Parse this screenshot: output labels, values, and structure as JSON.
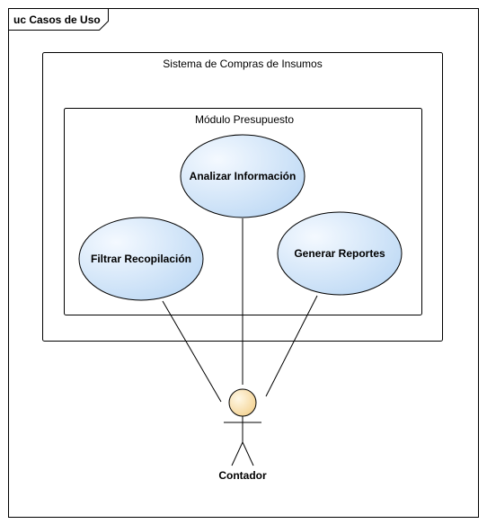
{
  "frame": {
    "title": "uc Casos de Uso"
  },
  "system_boundary": {
    "title": "Sistema de Compras de Insumos"
  },
  "module_boundary": {
    "title": "Módulo Presupuesto"
  },
  "use_cases": [
    {
      "label": "Analizar Información"
    },
    {
      "label": "Filtrar Recopilación"
    },
    {
      "label": "Generar Reportes"
    }
  ],
  "actor": {
    "label": "Contador"
  },
  "colors": {
    "usecase_fill_light": "#f4f9ff",
    "usecase_fill_dark": "#bcd8f4",
    "usecase_stroke": "#000000",
    "actor_head_light": "#fff8e6",
    "actor_head_dark": "#f3cf8a"
  }
}
